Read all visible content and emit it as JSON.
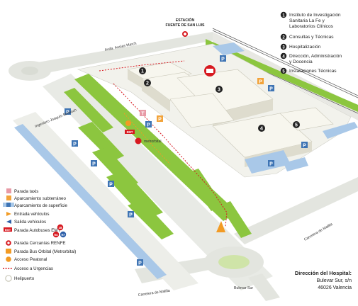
{
  "station": {
    "line1": "ESTACIÓN",
    "line2": "FUENTE DE SAN LUIS"
  },
  "roads": {
    "ausias_march": "Avda. Ausias March",
    "ingeniero": "Ingeniero Joaquín Benlloch",
    "malilla_right": "Carretera de Malilla",
    "malilla_bottom": "Carretera de Malilla",
    "bulevar_sur": "Bulevar Sur"
  },
  "buildings": [
    {
      "num": "1",
      "lines": [
        "Instituto de Investigación",
        "Sanitaria La Fe y",
        "Laboratorios Clínicos"
      ]
    },
    {
      "num": "2",
      "lines": [
        "Consultas y Técnicas"
      ]
    },
    {
      "num": "3",
      "lines": [
        "Hospitalización"
      ]
    },
    {
      "num": "4",
      "lines": [
        "Dirección, Administración",
        "y Docencia"
      ]
    },
    {
      "num": "5",
      "lines": [
        "Instalaciones Técnicas"
      ]
    }
  ],
  "legend": [
    {
      "icon": "taxi-stop-icon",
      "label": "Parada taxis"
    },
    {
      "icon": "underground-parking-icon",
      "label": "Aparcamiento subterráneo"
    },
    {
      "icon": "surface-parking-icon",
      "label": "Aparcamiento de superficie"
    },
    {
      "icon": "vehicle-entrance-icon",
      "label": "Entrada vehículos"
    },
    {
      "icon": "vehicle-exit-icon",
      "label": "Salida vehículos"
    },
    {
      "icon": "emt-bus-stop-icon",
      "label": "Parada Autobuses EMT",
      "badges": [
        "18",
        "64",
        "97"
      ]
    },
    {
      "icon": "renfe-stop-icon",
      "label": "Parada Cercanías RENFE"
    },
    {
      "icon": "metrobital-stop-icon",
      "label": "Parada Bus Orbital (Metrorbital)"
    },
    {
      "icon": "pedestrian-access-icon",
      "label": "Acceso Peatonal"
    },
    {
      "icon": "emergency-access-icon",
      "label": "Acceso a Urgencias"
    },
    {
      "icon": "heliport-icon",
      "label": "Helipuerto"
    }
  ],
  "address": {
    "title": "Dirección del Hospital:",
    "line1": "Bulevar Sur, s/n",
    "line2": "46026 Valencia"
  },
  "labels": {
    "parking": "P",
    "taxi": "T",
    "emt": "EMT",
    "metrobital": "metrorbital"
  },
  "colors": {
    "green": "#8cc63f",
    "parking_blue": "#3e74b4",
    "surface_parking": "#a9c8e8",
    "underground_parking": "#f2a33a",
    "road": "#e6e8e3",
    "building": "#efeee6",
    "accent_red": "#d71920",
    "orange": "#f29b24"
  }
}
